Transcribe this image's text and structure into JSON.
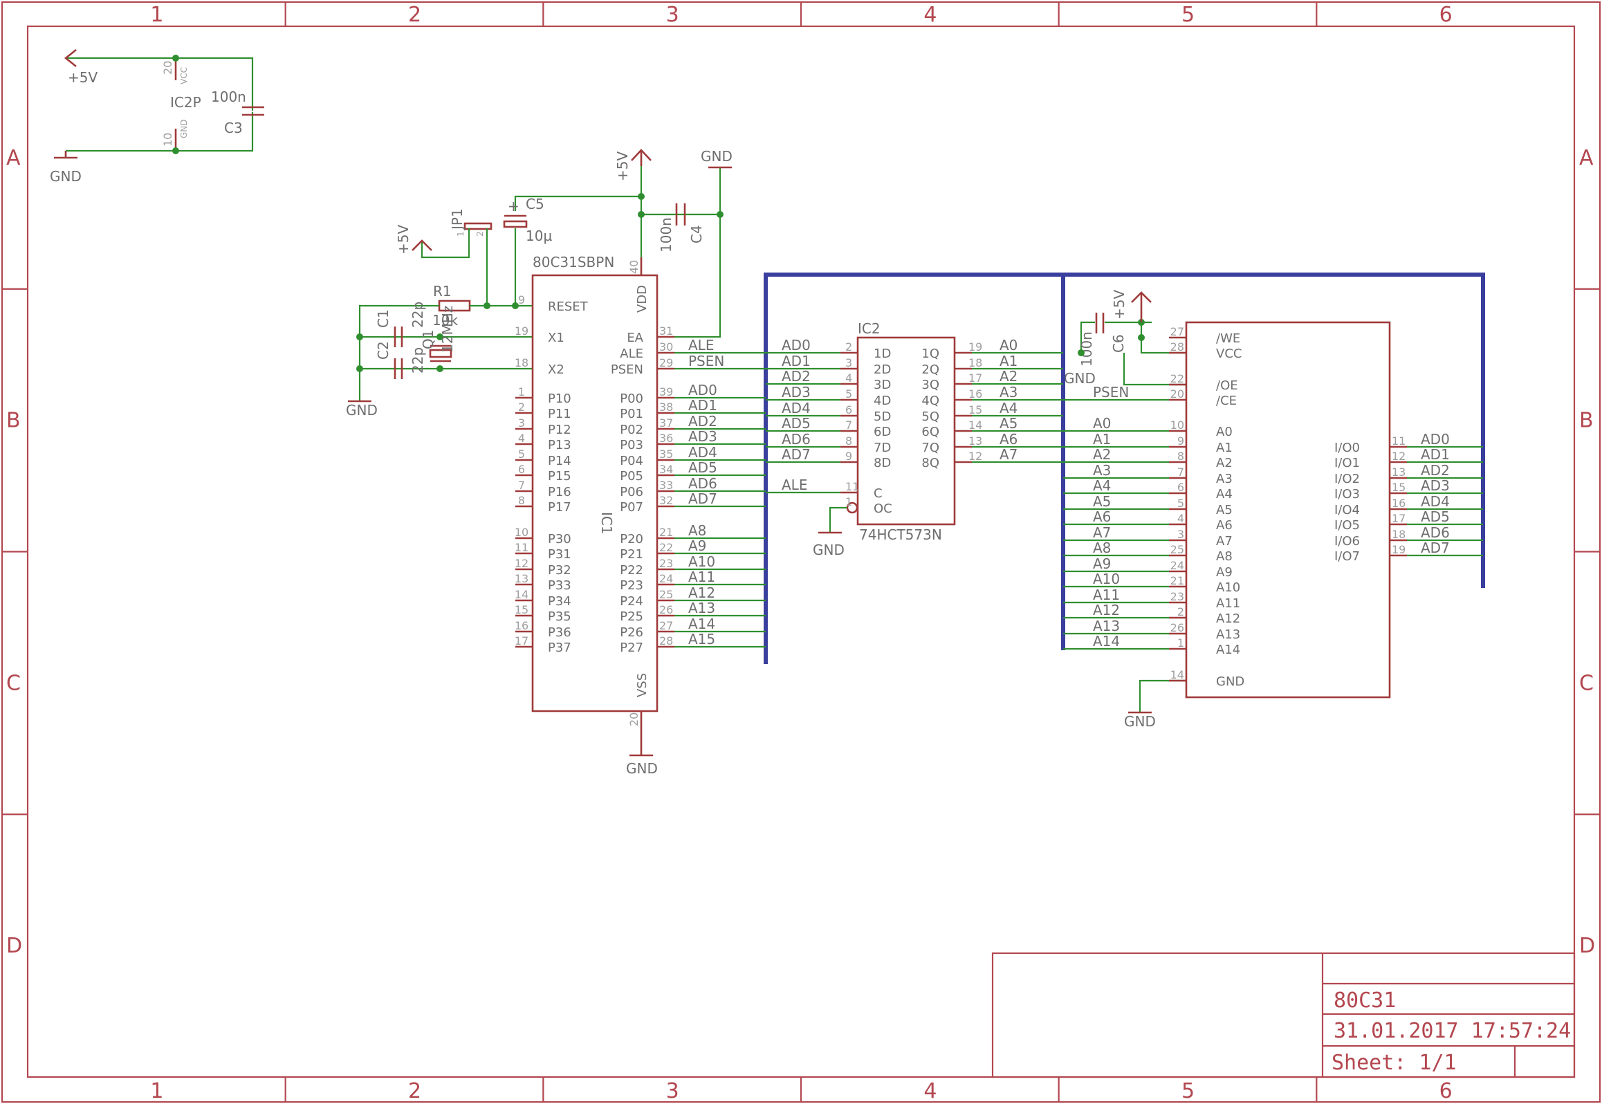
{
  "frame": {
    "columns": [
      "1",
      "2",
      "3",
      "4",
      "5",
      "6"
    ],
    "rows": [
      "A",
      "B",
      "C",
      "D"
    ]
  },
  "title_block": {
    "name": "80C31",
    "datetime": "31.01.2017 17:57:24",
    "sheet": "Sheet: 1/1"
  },
  "supply": {
    "vcc": "+5V",
    "gnd": "GND"
  },
  "ic2p": {
    "name": "IC2P",
    "vcc_pin": "20",
    "vcc_label": "VCC",
    "gnd_pin": "10",
    "gnd_label": "GND",
    "cap_name": "C3",
    "cap_value": "100n"
  },
  "caps": {
    "c1": {
      "name": "C1",
      "value": "22p"
    },
    "c2": {
      "name": "C2",
      "value": "22p"
    },
    "c4": {
      "name": "C4",
      "value": "100n"
    },
    "c5": {
      "name": "C5",
      "value": "10µ",
      "polarity": "+"
    },
    "c6": {
      "name": "C6",
      "value": "100n"
    }
  },
  "r1": {
    "name": "R1",
    "value": "10k"
  },
  "q1": {
    "name": "Q1",
    "value": "12MHz"
  },
  "jp1": {
    "name": "JP1",
    "pin1": "1",
    "pin2": "2"
  },
  "ic1": {
    "name": "IC1",
    "part": "80C31SBPN",
    "vdd_pin": "40",
    "vdd_label": "VDD",
    "vss_pin": "20",
    "vss_label": "VSS",
    "left_pins": [
      {
        "num": "9",
        "label": "RESET"
      },
      {
        "num": "19",
        "label": "X1"
      },
      {
        "num": "18",
        "label": "X2"
      },
      {
        "num": "1",
        "label": "P10"
      },
      {
        "num": "2",
        "label": "P11"
      },
      {
        "num": "3",
        "label": "P12"
      },
      {
        "num": "4",
        "label": "P13"
      },
      {
        "num": "5",
        "label": "P14"
      },
      {
        "num": "6",
        "label": "P15"
      },
      {
        "num": "7",
        "label": "P16"
      },
      {
        "num": "8",
        "label": "P17"
      },
      {
        "num": "10",
        "label": "P30"
      },
      {
        "num": "11",
        "label": "P31"
      },
      {
        "num": "12",
        "label": "P32"
      },
      {
        "num": "13",
        "label": "P33"
      },
      {
        "num": "14",
        "label": "P34"
      },
      {
        "num": "15",
        "label": "P35"
      },
      {
        "num": "16",
        "label": "P36"
      },
      {
        "num": "17",
        "label": "P37"
      }
    ],
    "right_pins": [
      {
        "num": "31",
        "label": "EA",
        "net": ""
      },
      {
        "num": "30",
        "label": "ALE",
        "net": "ALE"
      },
      {
        "num": "29",
        "label": "PSEN",
        "net": "PSEN"
      },
      {
        "num": "39",
        "label": "P00",
        "net": "AD0"
      },
      {
        "num": "38",
        "label": "P01",
        "net": "AD1"
      },
      {
        "num": "37",
        "label": "P02",
        "net": "AD2"
      },
      {
        "num": "36",
        "label": "P03",
        "net": "AD3"
      },
      {
        "num": "35",
        "label": "P04",
        "net": "AD4"
      },
      {
        "num": "34",
        "label": "P05",
        "net": "AD5"
      },
      {
        "num": "33",
        "label": "P06",
        "net": "AD6"
      },
      {
        "num": "32",
        "label": "P07",
        "net": "AD7"
      },
      {
        "num": "21",
        "label": "P20",
        "net": "A8"
      },
      {
        "num": "22",
        "label": "P21",
        "net": "A9"
      },
      {
        "num": "23",
        "label": "P22",
        "net": "A10"
      },
      {
        "num": "24",
        "label": "P23",
        "net": "A11"
      },
      {
        "num": "25",
        "label": "P24",
        "net": "A12"
      },
      {
        "num": "26",
        "label": "P25",
        "net": "A13"
      },
      {
        "num": "27",
        "label": "P26",
        "net": "A14"
      },
      {
        "num": "28",
        "label": "P27",
        "net": "A15"
      }
    ]
  },
  "ic2": {
    "name": "IC2",
    "part": "74HCT573N",
    "left_pins": [
      {
        "num": "2",
        "label": "1D",
        "net": "AD0"
      },
      {
        "num": "3",
        "label": "2D",
        "net": "AD1"
      },
      {
        "num": "4",
        "label": "3D",
        "net": "AD2"
      },
      {
        "num": "5",
        "label": "4D",
        "net": "AD3"
      },
      {
        "num": "6",
        "label": "5D",
        "net": "AD4"
      },
      {
        "num": "7",
        "label": "6D",
        "net": "AD5"
      },
      {
        "num": "8",
        "label": "7D",
        "net": "AD6"
      },
      {
        "num": "9",
        "label": "8D",
        "net": "AD7"
      },
      {
        "num": "11",
        "label": "C",
        "net": "ALE"
      },
      {
        "num": "1",
        "label": "OC",
        "net": ""
      }
    ],
    "right_pins": [
      {
        "num": "19",
        "label": "1Q",
        "net": "A0"
      },
      {
        "num": "18",
        "label": "2Q",
        "net": "A1"
      },
      {
        "num": "17",
        "label": "3Q",
        "net": "A2"
      },
      {
        "num": "16",
        "label": "4Q",
        "net": "A3"
      },
      {
        "num": "15",
        "label": "5Q",
        "net": "A4"
      },
      {
        "num": "14",
        "label": "6Q",
        "net": "A5"
      },
      {
        "num": "13",
        "label": "7Q",
        "net": "A6"
      },
      {
        "num": "12",
        "label": "8Q",
        "net": "A7"
      }
    ]
  },
  "ic3": {
    "left_pins": [
      {
        "num": "27",
        "label": "/WE",
        "net": ""
      },
      {
        "num": "28",
        "label": "VCC",
        "net": ""
      },
      {
        "num": "22",
        "label": "/OE",
        "net": ""
      },
      {
        "num": "20",
        "label": "/CE",
        "net": "PSEN"
      },
      {
        "num": "10",
        "label": "A0",
        "net": "A0"
      },
      {
        "num": "9",
        "label": "A1",
        "net": "A1"
      },
      {
        "num": "8",
        "label": "A2",
        "net": "A2"
      },
      {
        "num": "7",
        "label": "A3",
        "net": "A3"
      },
      {
        "num": "6",
        "label": "A4",
        "net": "A4"
      },
      {
        "num": "5",
        "label": "A5",
        "net": "A5"
      },
      {
        "num": "4",
        "label": "A6",
        "net": "A6"
      },
      {
        "num": "3",
        "label": "A7",
        "net": "A7"
      },
      {
        "num": "25",
        "label": "A8",
        "net": "A8"
      },
      {
        "num": "24",
        "label": "A9",
        "net": "A9"
      },
      {
        "num": "21",
        "label": "A10",
        "net": "A10"
      },
      {
        "num": "23",
        "label": "A11",
        "net": "A11"
      },
      {
        "num": "2",
        "label": "A12",
        "net": "A12"
      },
      {
        "num": "26",
        "label": "A13",
        "net": "A13"
      },
      {
        "num": "1",
        "label": "A14",
        "net": "A14"
      },
      {
        "num": "14",
        "label": "GND",
        "net": ""
      }
    ],
    "right_pins": [
      {
        "num": "11",
        "label": "I/O0",
        "net": "AD0"
      },
      {
        "num": "12",
        "label": "I/O1",
        "net": "AD1"
      },
      {
        "num": "13",
        "label": "I/O2",
        "net": "AD2"
      },
      {
        "num": "15",
        "label": "I/O3",
        "net": "AD3"
      },
      {
        "num": "16",
        "label": "I/O4",
        "net": "AD4"
      },
      {
        "num": "17",
        "label": "I/O5",
        "net": "AD5"
      },
      {
        "num": "18",
        "label": "I/O6",
        "net": "AD6"
      },
      {
        "num": "19",
        "label": "I/O7",
        "net": "AD7"
      }
    ]
  },
  "colors": {
    "frame": "#b3474f",
    "symbol": "#a03a3a",
    "wire": "#2f8f2f",
    "bus": "#3a3f9e",
    "text": "#6e6e6e"
  }
}
